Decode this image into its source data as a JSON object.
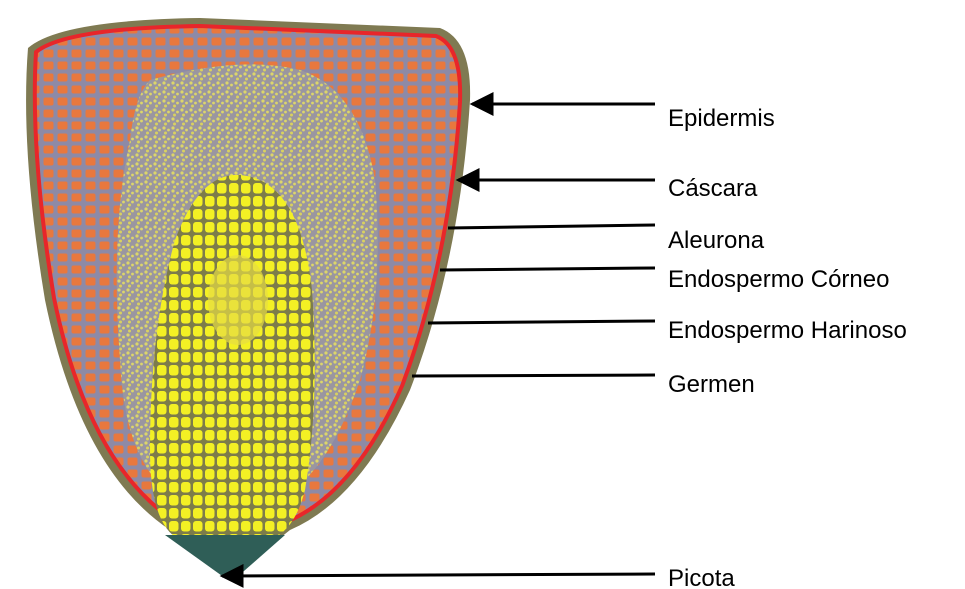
{
  "diagram": {
    "labels": {
      "epidermis": "Epidermis",
      "cascara": "Cáscara",
      "aleurona": "Aleurona",
      "endospermo_corneo": "Endospermo Córneo",
      "endospermo_harinoso": "Endospermo Harinoso",
      "germen": "Germen",
      "picota": "Picota"
    },
    "colors": {
      "epidermis": "#e8262a",
      "pericarp": "#7f7a52",
      "horny_endosperm": "#e8783e",
      "matrix": "#8d8aa6",
      "floury_endosperm": "#ddd66a",
      "germ": "#f3f024",
      "tip_cap": "#2f5e57",
      "arrow": "#000000"
    }
  }
}
